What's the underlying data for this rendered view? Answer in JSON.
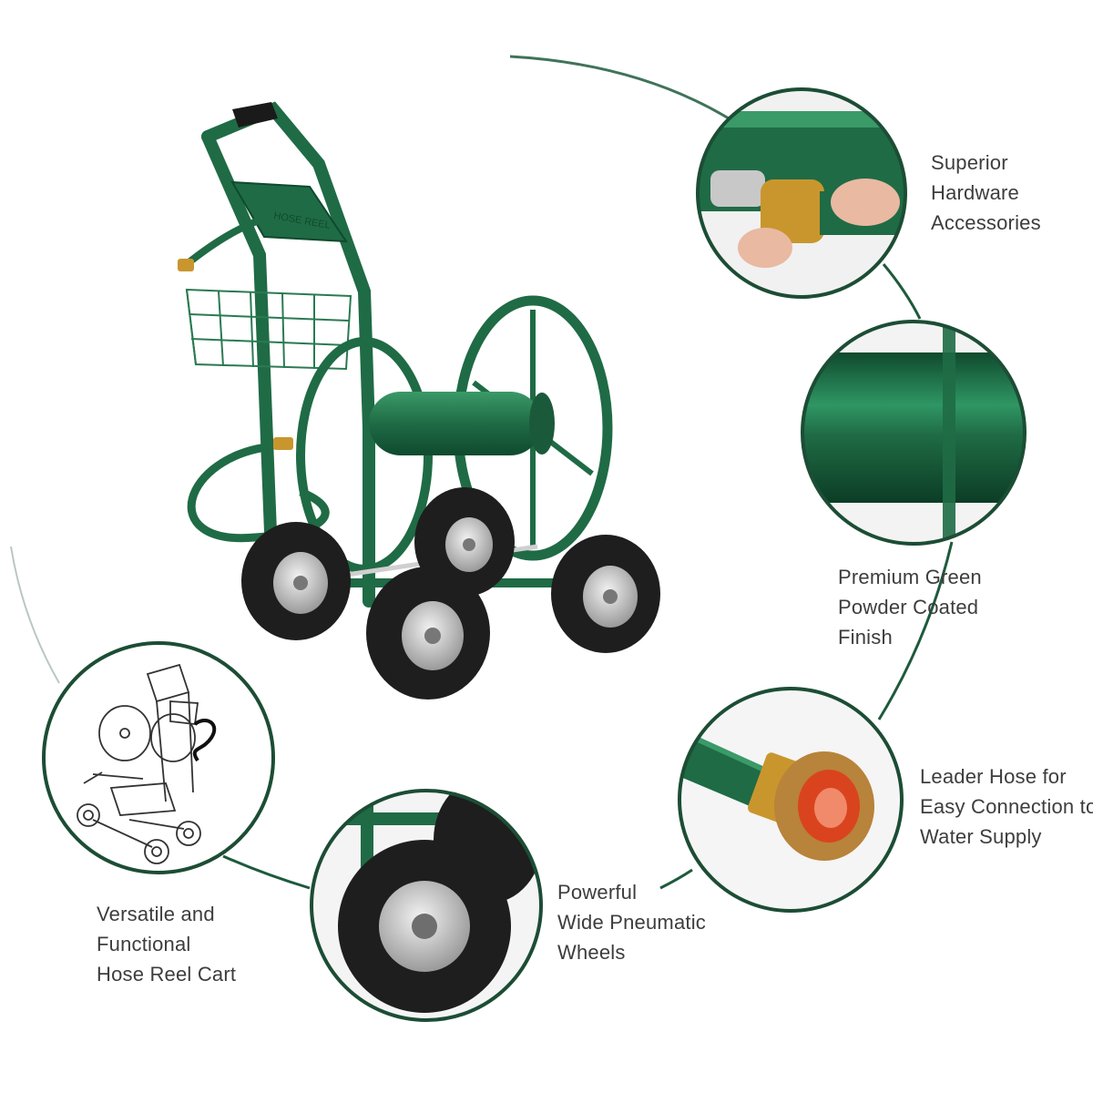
{
  "colors": {
    "product_green": "#1f6b45",
    "dark_green": "#0f4a2e",
    "light_green": "#3a9a68",
    "circle_border": "#1c4d35",
    "arc_line": "#1e5a3c",
    "brass": "#c9962e",
    "text": "#3d3d3d"
  },
  "product": {
    "handle_print": "HOSE REEL",
    "icon": "hose-reel-cart-product-photo"
  },
  "features": [
    {
      "id": "hardware",
      "icon": "brass-hose-fitting-closeup",
      "lines": [
        "Superior",
        "Hardware",
        "Accessories"
      ]
    },
    {
      "id": "finish",
      "icon": "green-powder-coated-tube-closeup",
      "lines": [
        "Premium Green",
        "Powder Coated",
        "Finish"
      ]
    },
    {
      "id": "leader-hose",
      "icon": "brass-hose-connector-closeup",
      "lines": [
        "Leader Hose for",
        "Easy Connection to",
        "Water Supply"
      ]
    },
    {
      "id": "wheels",
      "icon": "pneumatic-wheel-closeup",
      "lines": [
        "Powerful",
        "Wide Pneumatic",
        "Wheels"
      ]
    },
    {
      "id": "versatile",
      "icon": "cart-line-drawing",
      "lines": [
        "Versatile and",
        "Functional",
        "Hose Reel Cart"
      ]
    }
  ]
}
